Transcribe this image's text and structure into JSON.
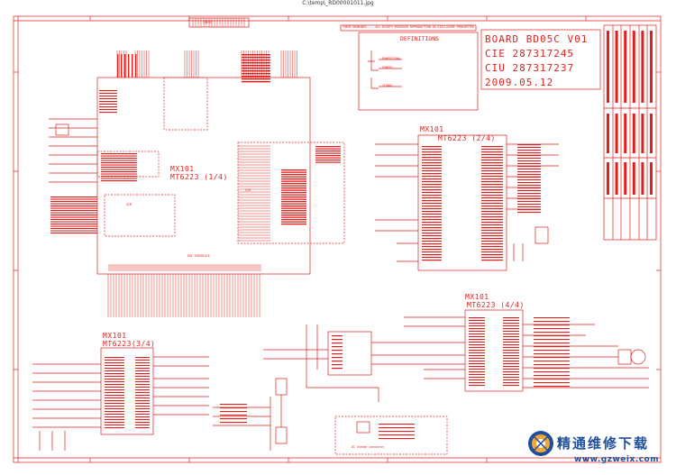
{
  "document": {
    "file_title": "C:\\temp\\_RD00001011.jpg",
    "top_note": "THESE DRAWINGS ... ALL RIGHTS RESERVED REPRODUCTION OR DISCLOSURE PROHIBITED"
  },
  "definitions": {
    "title": "DEFINITIONS",
    "items": [
      "POWERSIGNAL",
      "POWERS",
      "SIGNAL"
    ]
  },
  "board_info": {
    "board": "BOARD BD05C V01",
    "cie": "CIE 287317245",
    "ciu": "CIU 287317237",
    "date": "2009.05.12"
  },
  "blocks": {
    "b1": {
      "mx": "MX101",
      "chip": "MT6223 (1/4)"
    },
    "b2": {
      "mx": "MX101",
      "chip": "MT6223 (2/4)"
    },
    "b3": {
      "mx": "MX101",
      "chip": "MT6223(3/4)"
    },
    "b4": {
      "mx": "MX101",
      "chip": "MT6223 (4/4)"
    }
  },
  "labels": {
    "ebi_interface": "EBI INTERFACE",
    "lcd": "LCD",
    "dc_charge": "DC charge connector",
    "sim": "SIM",
    "connector": "CN101"
  },
  "watermark": {
    "text": "精通维修下载",
    "url": "www.gzweix.com"
  },
  "colors": {
    "schematic": "#e0201c",
    "watermark": "#1f4e9a",
    "watermark_dot": "#d0392b"
  }
}
